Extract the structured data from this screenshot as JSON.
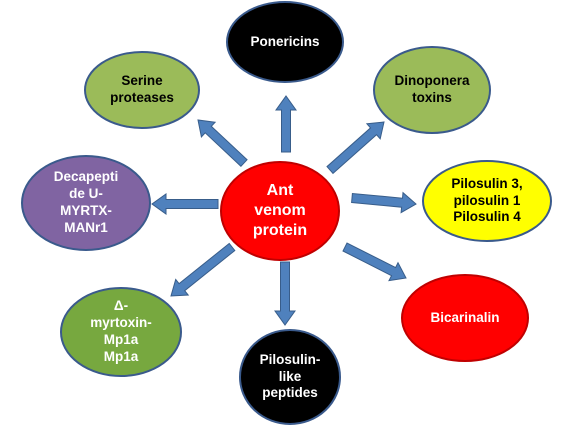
{
  "center": {
    "label": "Ant\nvenom\nprotein",
    "fill": "#ff0000",
    "stroke": "#c00000",
    "text_color": "#ffffff"
  },
  "nodes": [
    {
      "id": "ponericins",
      "label": "Ponericins",
      "fill": "#000000",
      "stroke": "#3a5a8c",
      "text_color": "#ffffff"
    },
    {
      "id": "dinoponera-toxins",
      "label": "Dinoponera\ntoxins",
      "fill": "#9bbb59",
      "stroke": "#3a5a8c",
      "text_color": "#000000"
    },
    {
      "id": "pilosulin-3-1-4",
      "label": "Pilosulin 3,\npilosulin 1\nPilosulin 4",
      "fill": "#ffff00",
      "stroke": "#3a5a8c",
      "text_color": "#000000"
    },
    {
      "id": "bicarinalin",
      "label": "Bicarinalin",
      "fill": "#ff0000",
      "stroke": "#c00000",
      "text_color": "#ffffff"
    },
    {
      "id": "pilosulin-like-peptides",
      "label": "Pilosulin-\nlike\npeptides",
      "fill": "#000000",
      "stroke": "#3a5a8c",
      "text_color": "#ffffff"
    },
    {
      "id": "delta-myrtoxin",
      "label": "Δ-\nmyrtoxin-\nMp1a\nMp1a",
      "fill": "#77a83f",
      "stroke": "#3a5a8c",
      "text_color": "#ffffff"
    },
    {
      "id": "decapeptide",
      "label": "Decapepti\nde U-\nMYRTX-\nMANr1",
      "fill": "#8064a2",
      "stroke": "#3a5a8c",
      "text_color": "#ffffff"
    },
    {
      "id": "serine-proteases",
      "label": "Serine\nproteases",
      "fill": "#9bbb59",
      "stroke": "#3a5a8c",
      "text_color": "#000000"
    }
  ],
  "arrow_color": "#4f81bd",
  "arrow_stroke": "#385d8a"
}
